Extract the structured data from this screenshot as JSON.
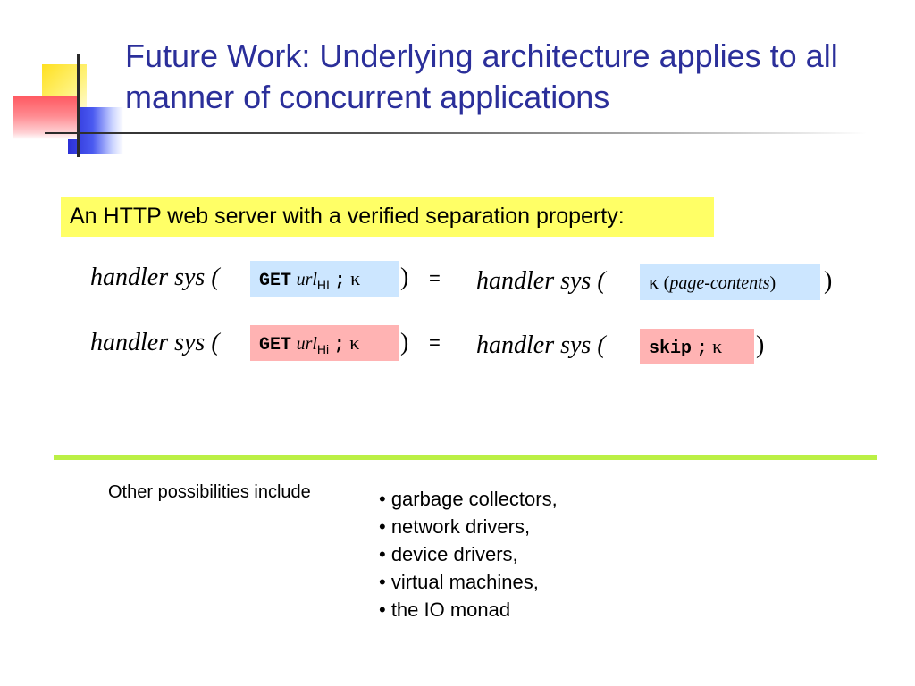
{
  "slide": {
    "title": "Future Work: Underlying architecture applies to all manner of concurrent applications",
    "callout": "An HTTP web server with a verified separation property:",
    "equations": [
      {
        "lhs_prefix": "handler sys (",
        "lhs_box": {
          "get": "GET",
          "url": "url",
          "sub": "HI",
          "sep": ";",
          "kappa": "κ"
        },
        "lhs_close": ")",
        "eq": "=",
        "rhs_prefix": "handler sys (",
        "rhs_box": {
          "kappa": "κ",
          "open": "(",
          "text": "page-contents",
          "close": ")"
        },
        "rhs_close": ")"
      },
      {
        "lhs_prefix": "handler sys (",
        "lhs_box": {
          "get": "GET",
          "url": "url",
          "sub": "Hi",
          "sep": ";",
          "kappa": "κ"
        },
        "lhs_close": ")",
        "eq": "=",
        "rhs_prefix": "handler sys (",
        "rhs_box": {
          "skip": "skip",
          "sep": ";",
          "kappa": "κ"
        },
        "rhs_close": ")"
      }
    ],
    "other_label": "Other possibilities include",
    "bullets": [
      "• garbage collectors,",
      "• network drivers,",
      "• device drivers,",
      "• virtual machines,",
      "• the IO monad"
    ],
    "colors": {
      "title": "#2b2f9a",
      "callout_bg": "#ffff66",
      "box_blue": "#cce6ff",
      "box_pink": "#ffb3b3",
      "divider": "#bbf045"
    }
  }
}
